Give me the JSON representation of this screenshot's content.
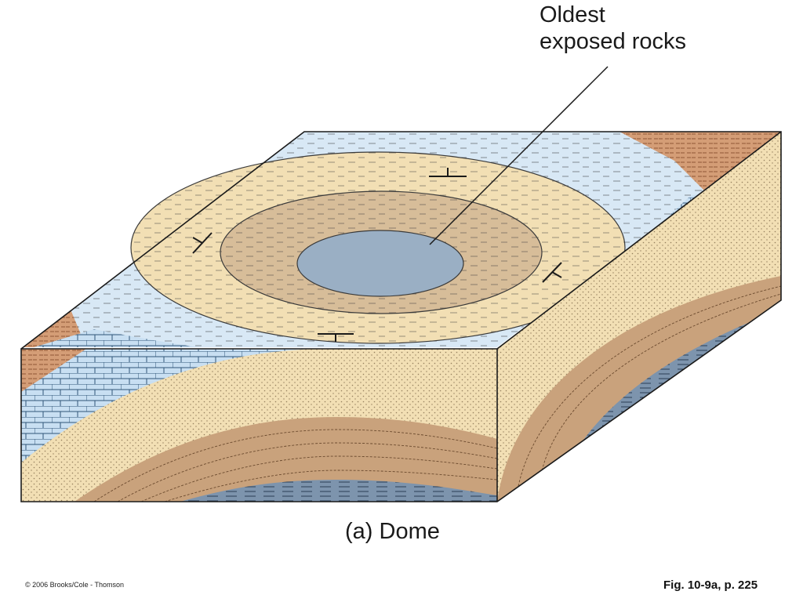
{
  "diagram": {
    "callout": {
      "line1": "Oldest",
      "line2": "exposed rocks"
    },
    "caption": "(a)  Dome",
    "copyright": "© 2006 Brooks/Cole - Thomson",
    "figure_ref": "Fig. 10-9a, p. 225",
    "colors": {
      "shale_blue": "#d8e8f5",
      "sandstone_tan": "#f2dfb4",
      "mid_brown": "#d7bd99",
      "core_slate": "#9aafc4",
      "red_shale": "#d49d76",
      "limestone_blue": "#c8dff2",
      "banded_brown": "#c9a27c",
      "deep_slate": "#7d94ad"
    }
  }
}
